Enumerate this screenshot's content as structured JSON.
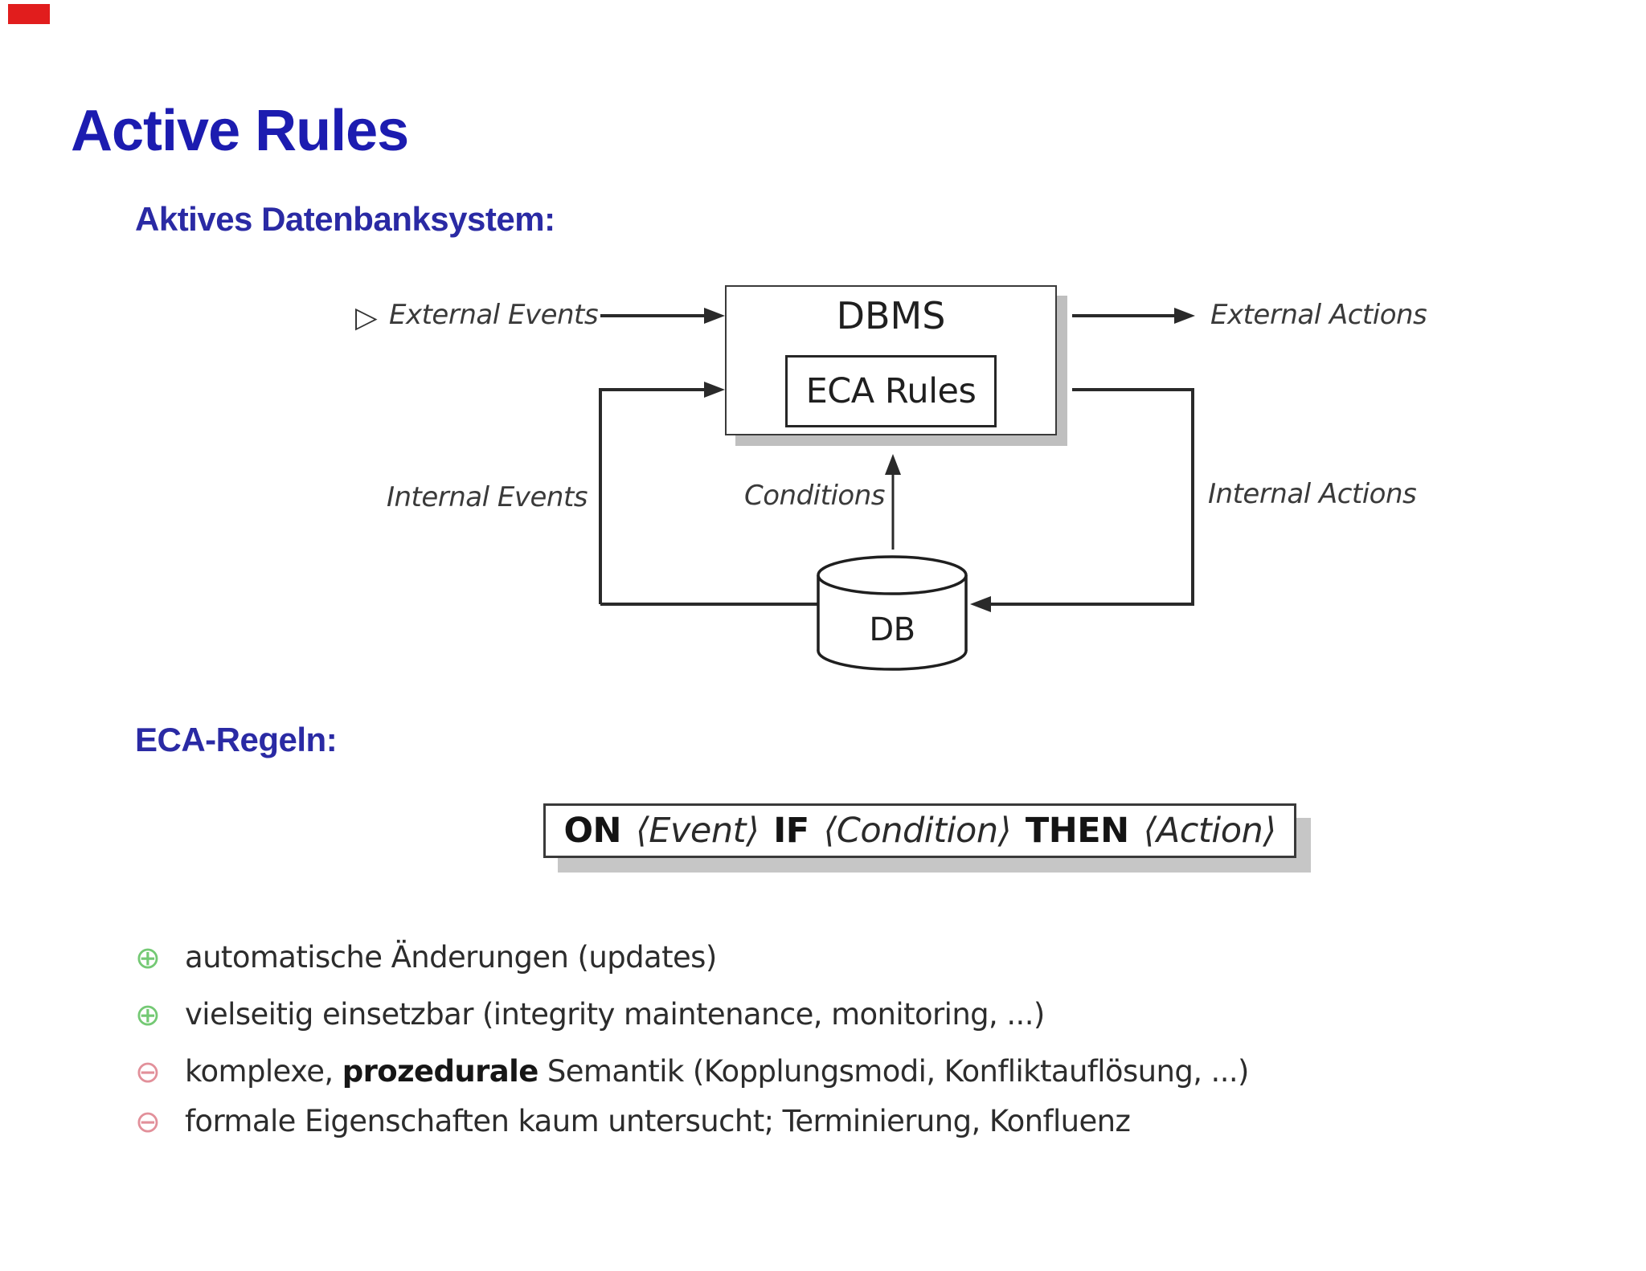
{
  "slide": {
    "title": "Active Rules",
    "system_heading": "Aktives Datenbanksystem:",
    "eca_heading": "ECA-Regeln:"
  },
  "diagram": {
    "external_events_marker": "▷",
    "external_events": "External Events",
    "external_actions": "External Actions",
    "internal_events": "Internal Events",
    "internal_actions": "Internal Actions",
    "conditions": "Conditions",
    "dbms_label": "DBMS",
    "eca_rules_label": "ECA Rules",
    "db_label": "DB"
  },
  "eca_rule": {
    "on": "ON",
    "event": "⟨Event⟩",
    "if": "IF",
    "condition": "⟨Condition⟩",
    "then": "THEN",
    "action": "⟨Action⟩"
  },
  "bullets": [
    {
      "icon": "⊕",
      "polarity": "plus",
      "prefix": "automatische Änderungen (updates)",
      "bold": "",
      "suffix": ""
    },
    {
      "icon": "⊕",
      "polarity": "plus",
      "prefix": "vielseitig einsetzbar (integrity maintenance, monitoring, ...)",
      "bold": "",
      "suffix": ""
    },
    {
      "icon": "⊖",
      "polarity": "minus",
      "prefix": "komplexe, ",
      "bold": "prozedurale",
      "suffix": " Semantik (Kopplungsmodi, Konfliktauflösung, ...)"
    },
    {
      "icon": "⊖",
      "polarity": "minus",
      "prefix": "formale Eigenschaften kaum untersucht; Terminierung, Konfluenz",
      "bold": "",
      "suffix": ""
    }
  ],
  "colors": {
    "title_blue": "#1c1cb0",
    "heading_blue": "#2a2aa4",
    "plus_green": "#74c974",
    "minus_red": "#e2909a",
    "shadow_gray": "#bfbfbf",
    "line_dark": "#2a2a2a",
    "rec_red": "#e11d1d"
  }
}
